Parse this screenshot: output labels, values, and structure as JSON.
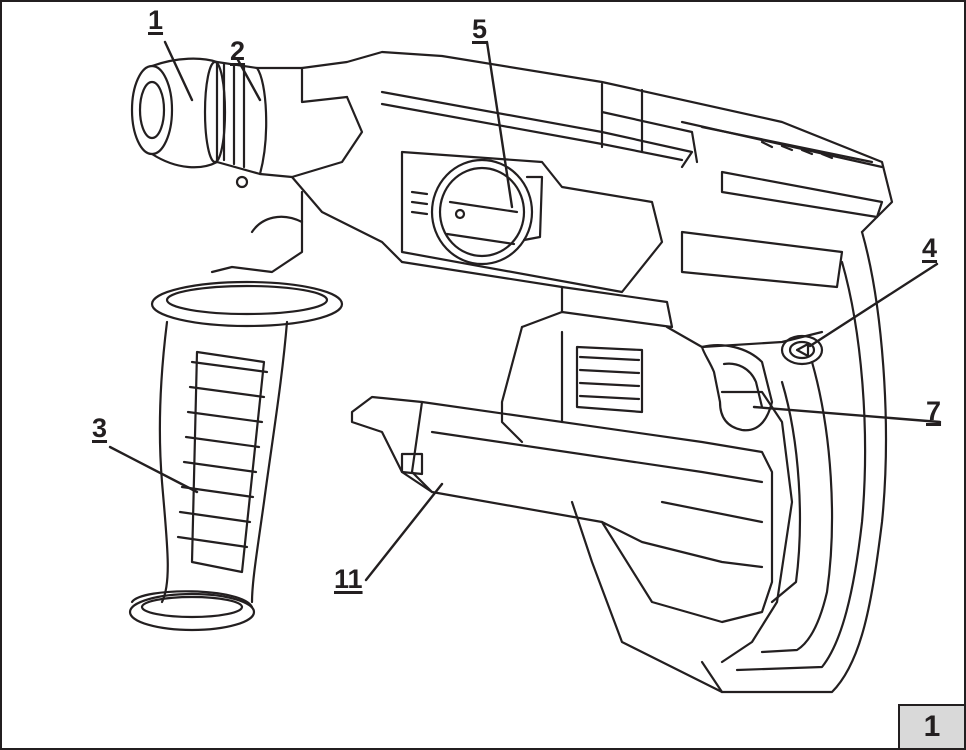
{
  "callouts": {
    "c1": "1",
    "c2": "2",
    "c3": "3",
    "c4": "4",
    "c5": "5",
    "c7": "7",
    "c11": "11"
  },
  "figure_number": "1",
  "colors": {
    "line": "#231f20",
    "figure_box": "#d9d9d9"
  }
}
